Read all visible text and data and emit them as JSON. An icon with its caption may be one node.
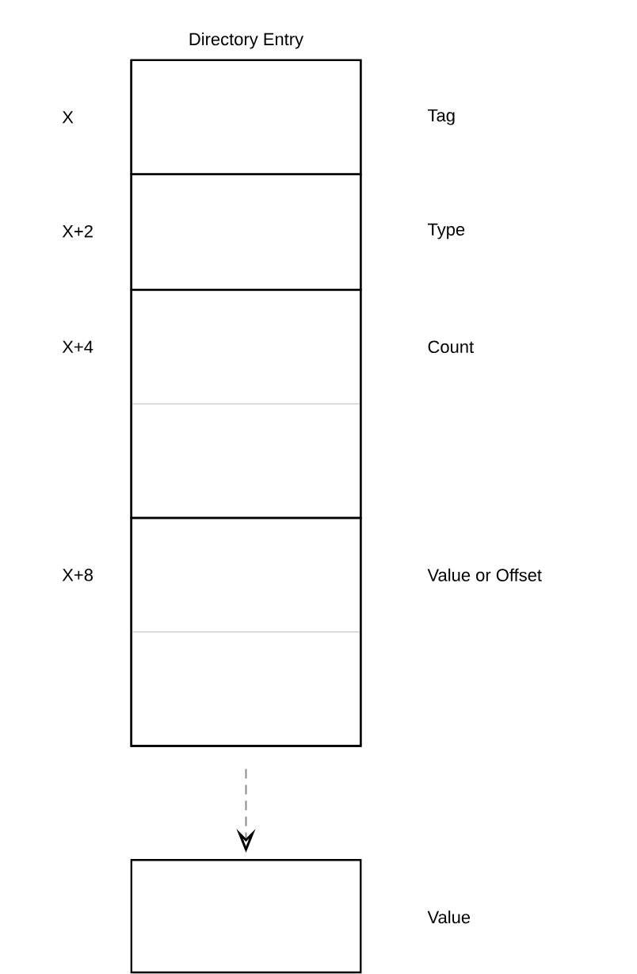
{
  "diagram": {
    "nodes": [
      {
        "text": [
          "Directory Entry"
        ]
      },
      {
        "text": [],
        "shape": "box",
        "in": 0,
        "beside": [
          "X",
          "Tag"
        ]
      },
      {
        "text": [],
        "shape": "box",
        "in": 0,
        "beside": [
          "X+2",
          "Type"
        ]
      },
      {
        "text": [],
        "shape": "box",
        "in": 0,
        "beside": [
          "X+4",
          "Count"
        ]
      },
      {
        "text": [],
        "shape": "box",
        "in": 0,
        "beside": [
          "X+8",
          "Value or Offset"
        ]
      },
      {
        "text": [],
        "shape": "box",
        "beside": [
          "Value"
        ]
      }
    ],
    "edges": [
      {
        "from": 0,
        "to": 5,
        "arrow": "to",
        "style": "dashed"
      }
    ]
  }
}
